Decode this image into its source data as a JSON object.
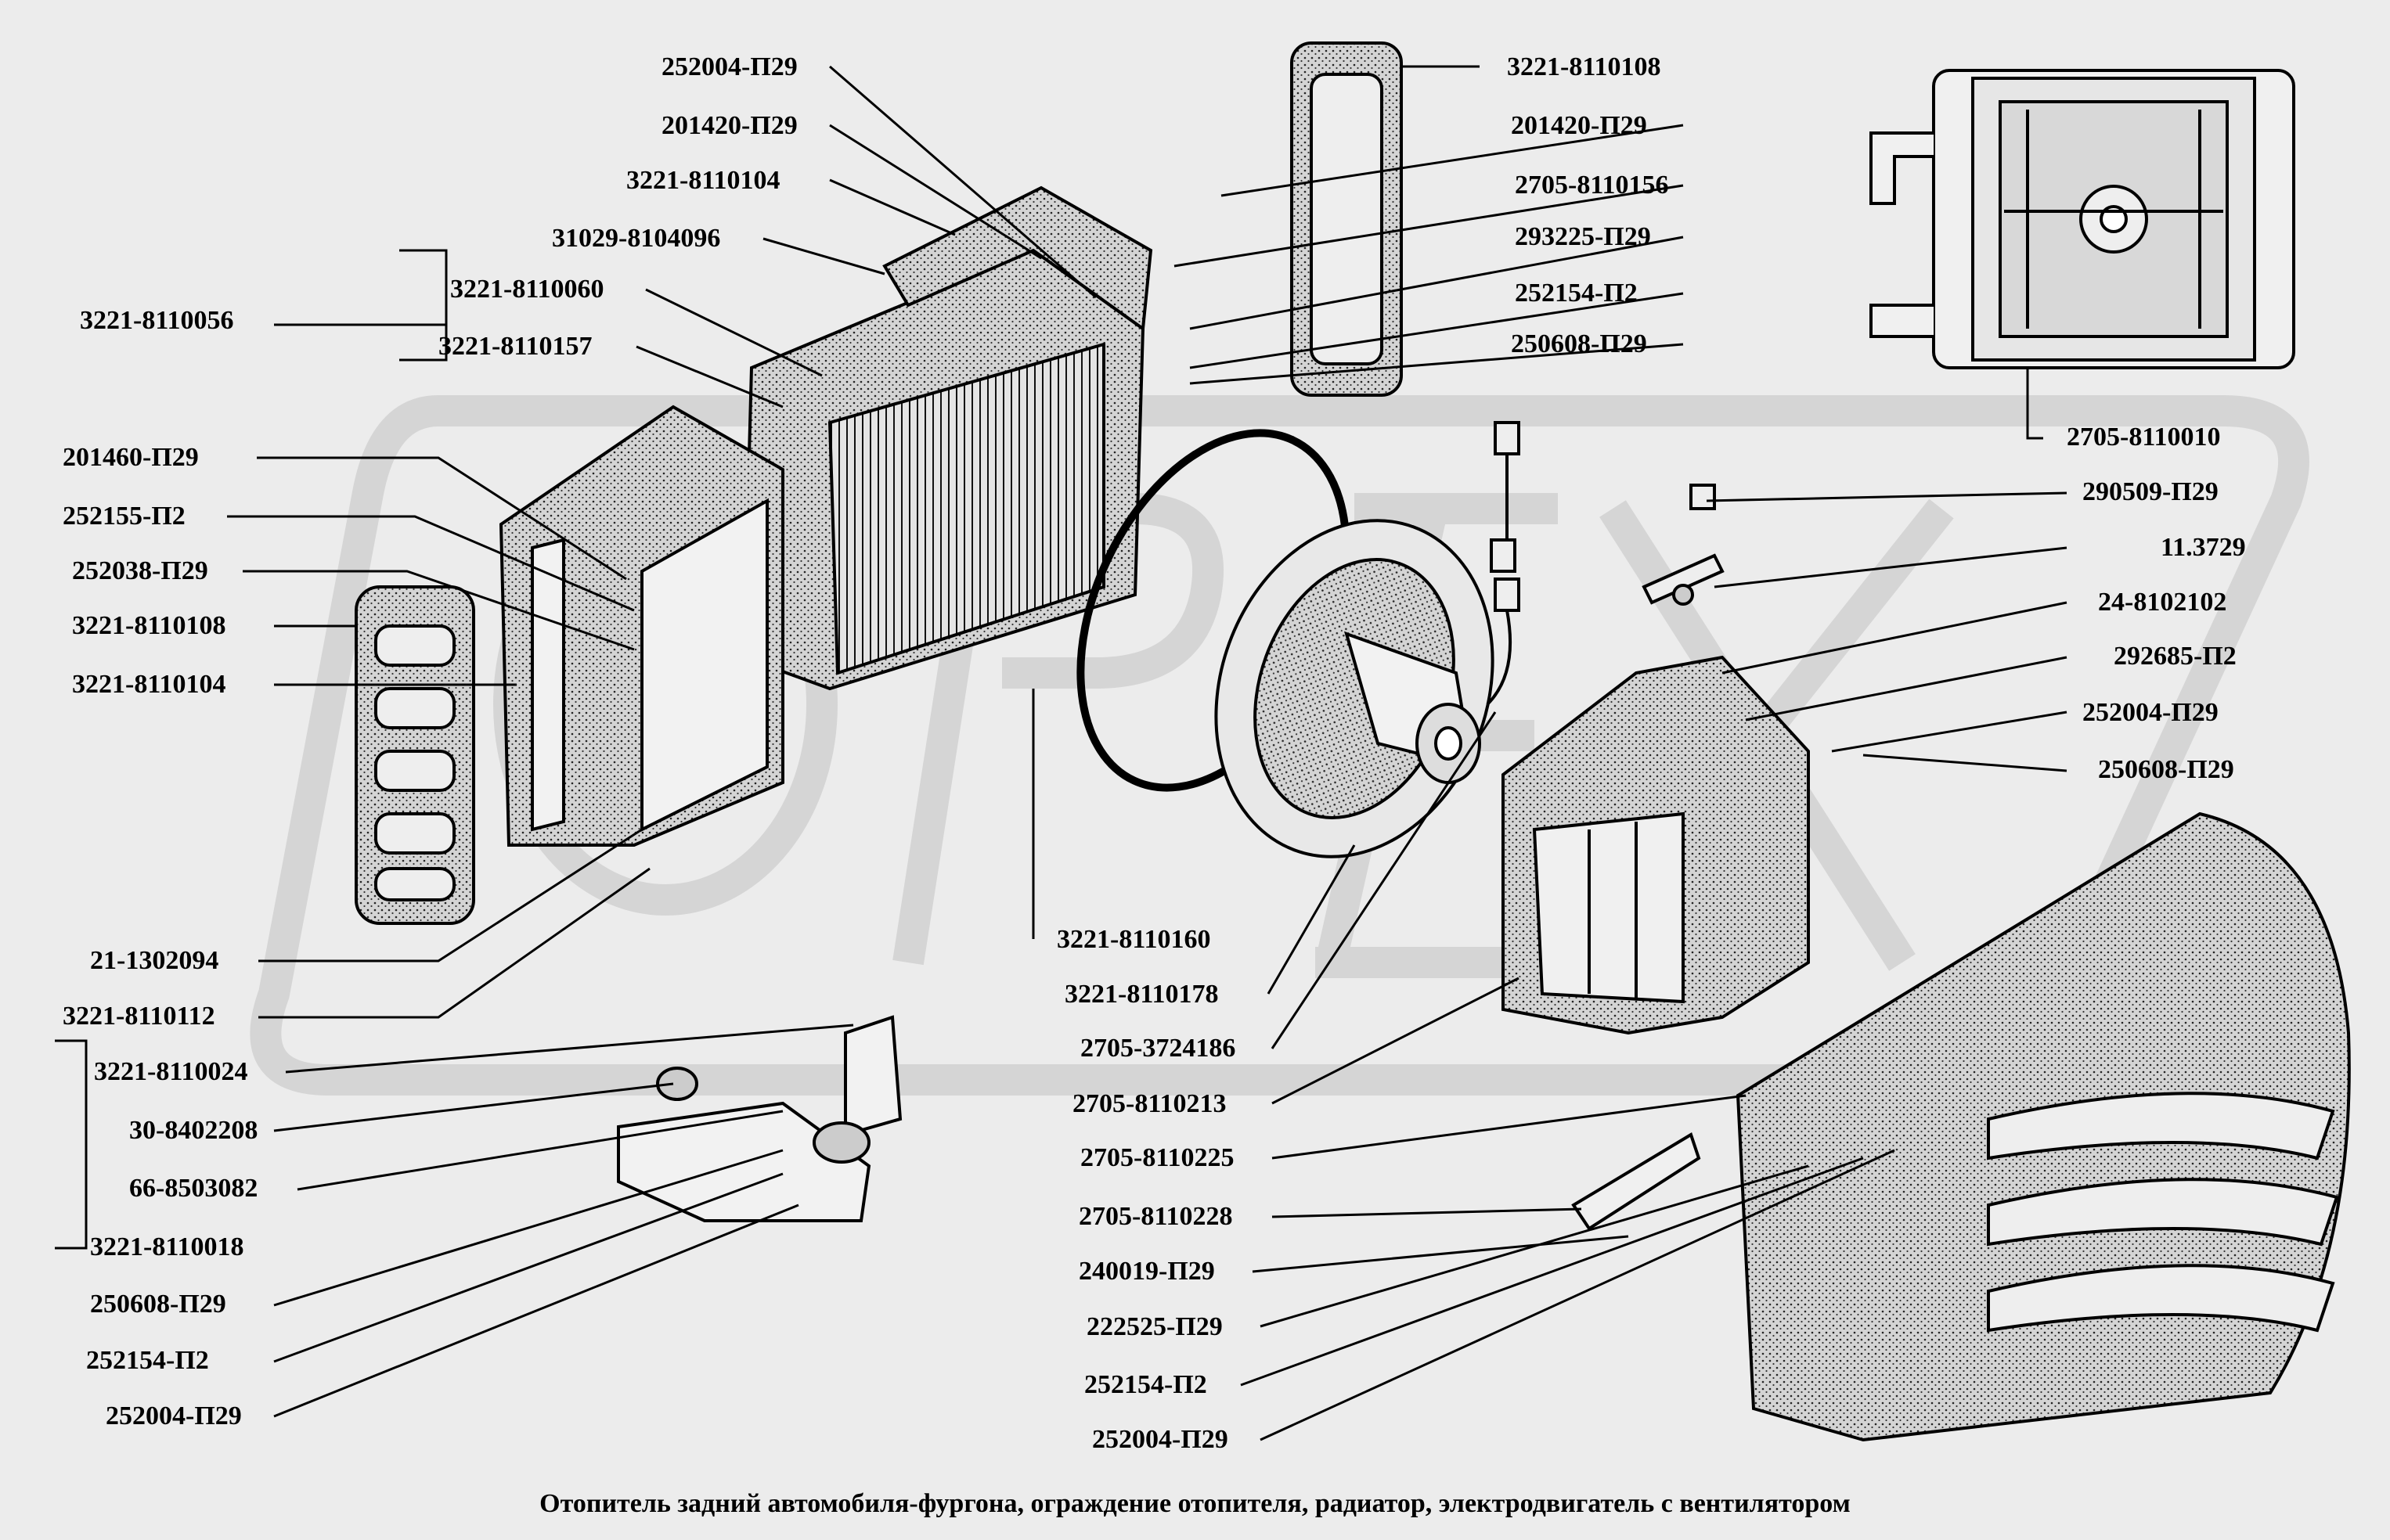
{
  "caption": "Отопитель задний автомобиля-фургона, ограждение отопителя, радиатор, электродвигатель с вентилятором",
  "watermark_text": "OPEX",
  "colors": {
    "background": "#ececec",
    "ink": "#000000",
    "watermark": "#d2d2d2",
    "part_fill": "#d9d9d9"
  },
  "labels": {
    "l_252004_top": "252004-П29",
    "l_201420_top": "201420-П29",
    "l_3221_104_top": "3221-8110104",
    "l_31029": "31029-8104096",
    "l_3221_060": "3221-8110060",
    "l_3221_056": "3221-8110056",
    "l_3221_157": "3221-8110157",
    "l_201460": "201460-П29",
    "l_252155": "252155-П2",
    "l_252038": "252038-П29",
    "l_3221_108_left": "3221-8110108",
    "l_3221_104_left": "3221-8110104",
    "l_21_1302094": "21-1302094",
    "l_3221_112": "3221-8110112",
    "l_3221_024": "3221-8110024",
    "l_30_8402208": "30-8402208",
    "l_66_8503082": "66-8503082",
    "l_3221_018": "3221-8110018",
    "l_250608_bl": "250608-П29",
    "l_252154_bl": "252154-П2",
    "l_252004_bl": "252004-П29",
    "l_3221_108_r": "3221-8110108",
    "l_201420_r": "201420-П29",
    "l_2705_156": "2705-8110156",
    "l_293225": "293225-П29",
    "l_252154_r": "252154-П2",
    "l_250608_r": "250608-П29",
    "l_2705_010": "2705-8110010",
    "l_290509": "290509-П29",
    "l_11_3729": "11.3729",
    "l_24_8102102": "24-8102102",
    "l_292685": "292685-П2",
    "l_252004_r": "252004-П29",
    "l_250608_r2": "250608-П29",
    "l_3221_160": "3221-8110160",
    "l_3221_178": "3221-8110178",
    "l_2705_3724186": "2705-3724186",
    "l_2705_213": "2705-8110213",
    "l_2705_225": "2705-8110225",
    "l_2705_228": "2705-8110228",
    "l_240019": "240019-П29",
    "l_222525": "222525-П29",
    "l_252154_br": "252154-П2",
    "l_252004_br": "252004-П29"
  }
}
